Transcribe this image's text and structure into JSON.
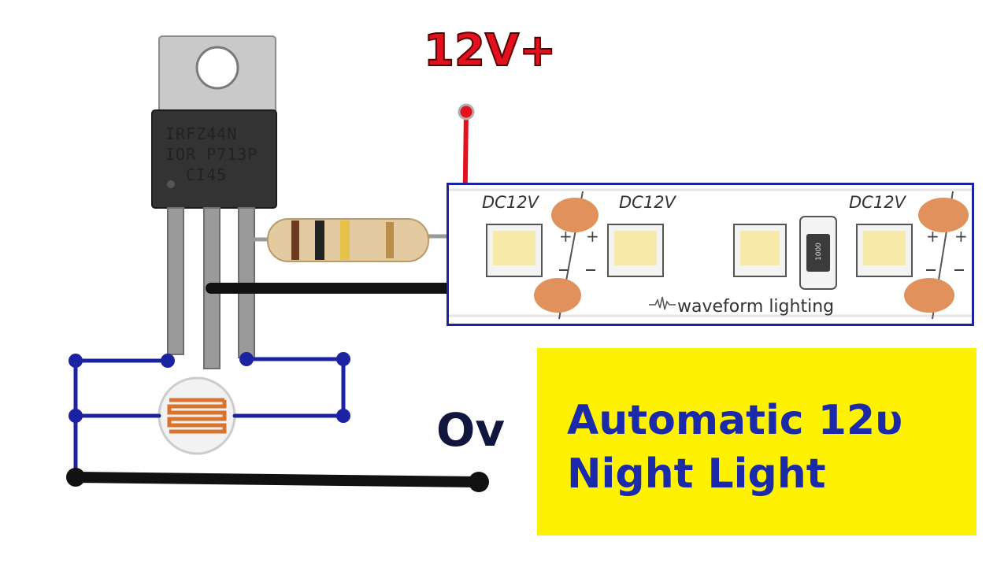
{
  "title": {
    "line1": "Automatic 12υ",
    "line2": "Night Light"
  },
  "labels": {
    "positive": "12V+",
    "ground": "Ov"
  },
  "mosfet": {
    "line1": "IRFZ44N",
    "line2": "IOR P713P",
    "line3": "CI45"
  },
  "led_strip": {
    "voltage_labels": [
      "DC12V",
      "DC12V",
      "DC12V"
    ],
    "caption": "waveform lighting",
    "resistor_code": "1000"
  },
  "colors": {
    "positive_wire": "#e3101e",
    "ground_wire": "#111111",
    "connection_wire": "#1b23a3",
    "title_background": "#fff200",
    "title_text": "#1a2aa8",
    "strip_frame": "#1b23a3",
    "pad": "#e0915c"
  }
}
